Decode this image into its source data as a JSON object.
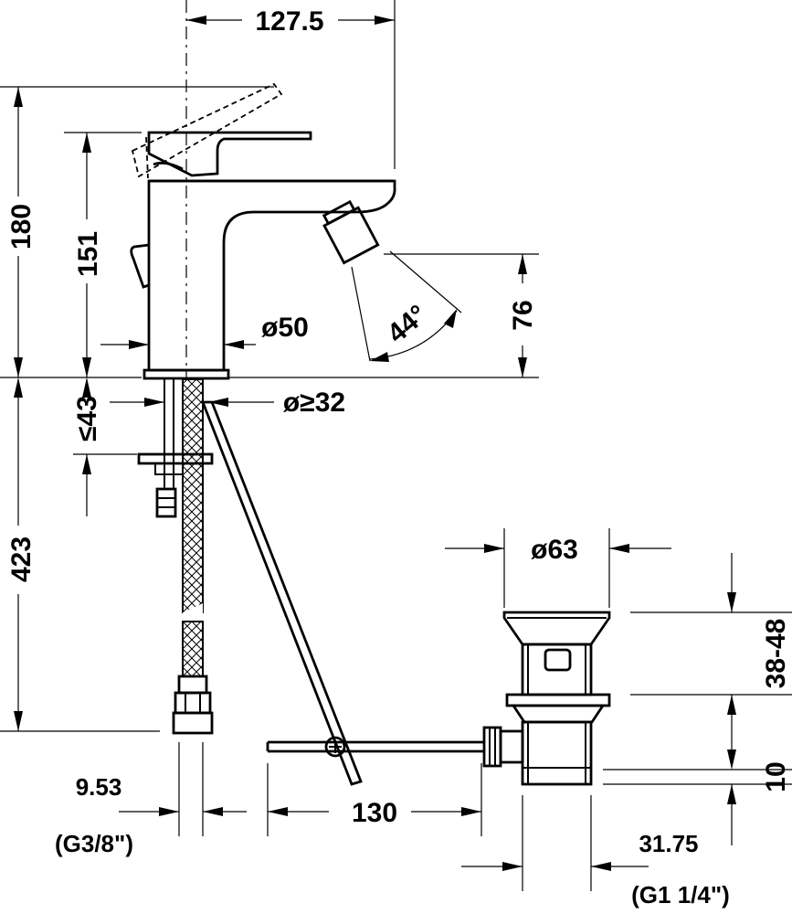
{
  "dimensions": {
    "top_width": "127.5",
    "total_height": "180",
    "spout_height": "151",
    "spout_diameter": "ø50",
    "nozzle_height": "76",
    "nozzle_angle": "44°",
    "hole_diameter": "ø≥32",
    "deck_thickness": "≤43",
    "hose_length": "423",
    "hose_diameter": "9.53",
    "hose_thread": "(G3/8\")",
    "rod_length": "130",
    "waste_diameter": "ø63",
    "waste_depth": "38-48",
    "waste_offset": "10",
    "outlet_diameter": "31.75",
    "outlet_thread": "(G1 1/4\")"
  }
}
